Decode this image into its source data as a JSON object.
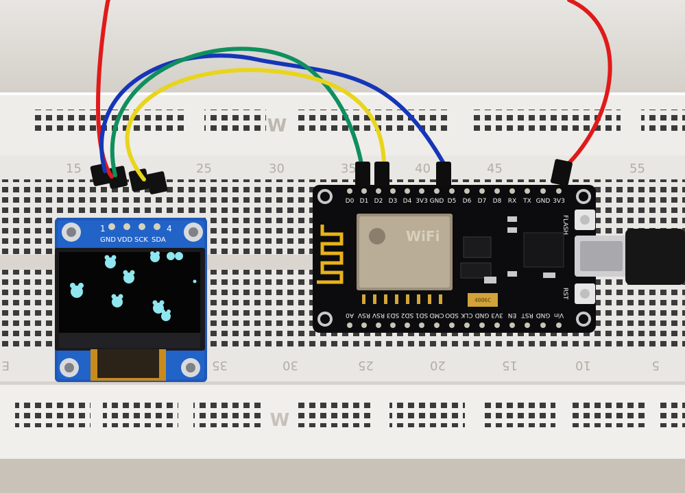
{
  "oled": {
    "pin_numbers": [
      "1",
      "4"
    ],
    "pin_labels": [
      "GND",
      "VDD",
      "SCK",
      "SDA"
    ]
  },
  "breadboard": {
    "logo": "W",
    "top_numbers": [
      "15",
      "25",
      "30",
      "35",
      "40",
      "45",
      "55"
    ],
    "bottom_numbers": [
      "30",
      "25",
      "20",
      "15",
      "10",
      "5"
    ],
    "edge_marks": [
      "E",
      "35"
    ]
  },
  "nodemcu": {
    "top_pins": [
      "D0",
      "D1",
      "D2",
      "D3",
      "D4",
      "3V3",
      "GND",
      "D5",
      "D6",
      "D7",
      "D8",
      "RX",
      "TX",
      "GND",
      "3V3"
    ],
    "bottom_pins": [
      "A0",
      "RSV",
      "RSV",
      "SD3",
      "SD2",
      "SD1",
      "CMD",
      "SDO",
      "CLK",
      "GND",
      "3V3",
      "EN",
      "RST",
      "GND",
      "Vin"
    ],
    "wifi_mark": "WiFi",
    "flash_label": "FLASH",
    "rst_label": "RST",
    "cap_label": "4006C"
  },
  "colors": {
    "wire_red": "#e01a1a",
    "wire_green": "#0f8f5f",
    "wire_yellow": "#e8d51c",
    "wire_blue": "#1536b8",
    "oled_pcb": "#1f58b8",
    "oled_glyph": "#8fe6ee",
    "board_pcb": "#0c0c0e"
  }
}
